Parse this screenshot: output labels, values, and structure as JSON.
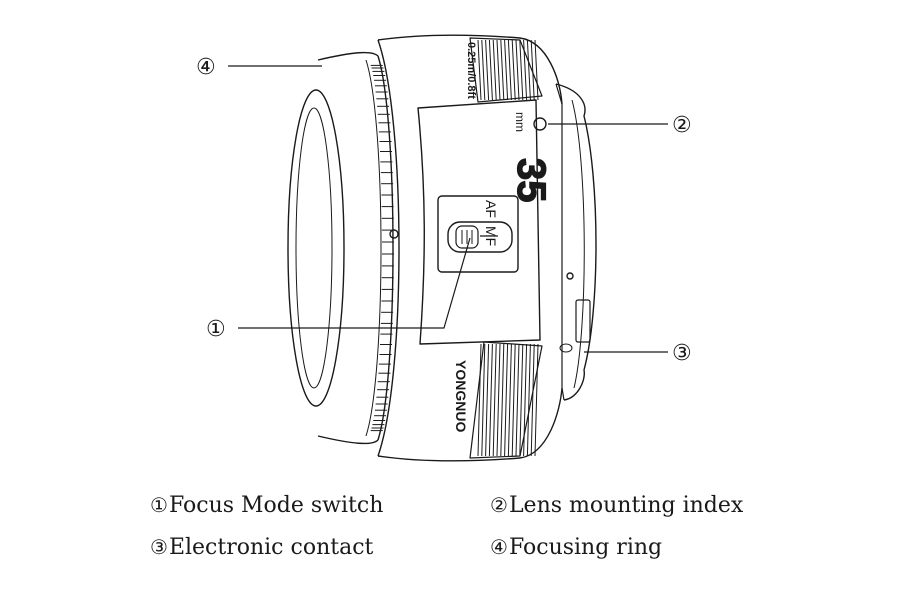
{
  "lens": {
    "focal_length": "35",
    "unit": "mm",
    "focus_distance": "0.25m/0.8ft",
    "brand": "YONGNUO",
    "switch_af": "AF",
    "switch_mf": "MF"
  },
  "callouts": [
    "①",
    "②",
    "③",
    "④"
  ],
  "legend": {
    "items": [
      {
        "num": "①",
        "label": "Focus Mode switch"
      },
      {
        "num": "②",
        "label": "Lens mounting index"
      },
      {
        "num": "③",
        "label": "Electronic contact"
      },
      {
        "num": "④",
        "label": "Focusing ring"
      }
    ]
  },
  "colors": {
    "line": "#1a1a1a",
    "background": "#ffffff"
  }
}
